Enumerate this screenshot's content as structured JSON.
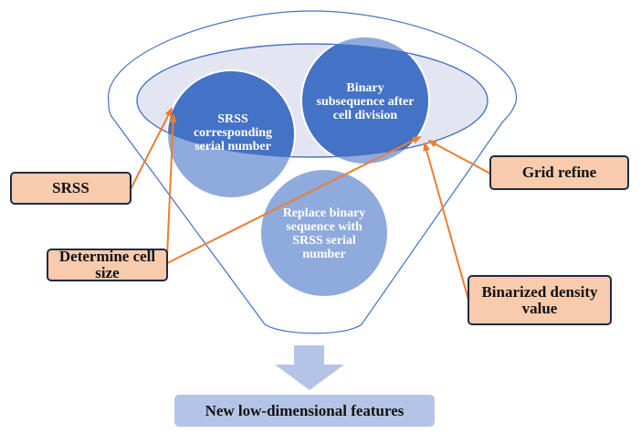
{
  "colors": {
    "funnel_outline": "#4472c4",
    "funnel_inner_fill": "#e3e6f2",
    "circle_dark": "#4472c4",
    "circle_light": "#8faadc",
    "arrow_orange": "#ed7d31",
    "label_fill": "#f8cbad",
    "label_border": "#1f2a44",
    "down_arrow": "#b4c4e6",
    "output_fill": "#b4c4e6"
  },
  "circles": [
    {
      "id": "srss-circle",
      "text": "SRSS corresponding serial number"
    },
    {
      "id": "binary-circle",
      "text": "Binary subsequence after cell division"
    },
    {
      "id": "replace-circle",
      "text": "Replace binary sequence with SRSS serial number"
    }
  ],
  "labels": {
    "srss": "SRSS",
    "determine_cell_size": "Determine cell size",
    "grid_refine": "Grid refine",
    "binarized_density_value": "Binarized density value"
  },
  "output": {
    "label": "New low-dimensional features"
  }
}
